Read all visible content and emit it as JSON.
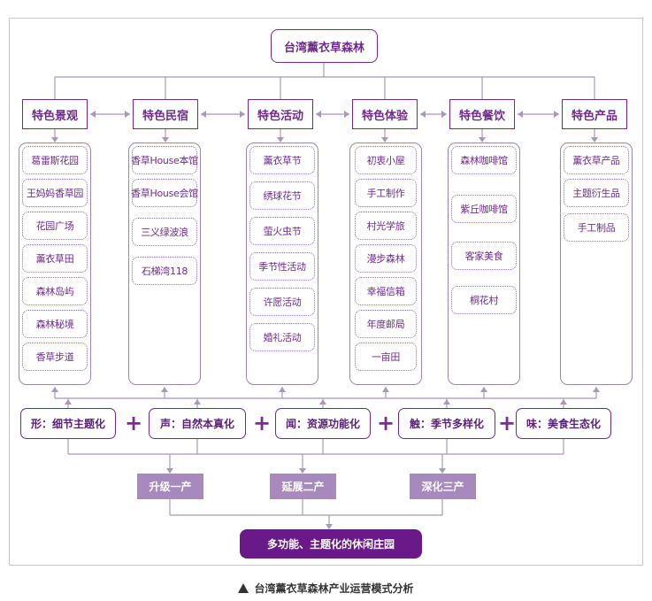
{
  "title": "台湾薰衣草森林",
  "categories": [
    {
      "label": "特色景观",
      "items": [
        "葛雷斯花园",
        "王妈妈香草园",
        "花园广场",
        "薰衣草田",
        "森林岛屿",
        "森林秘境",
        "香草步道"
      ]
    },
    {
      "label": "特色民宿",
      "items": [
        "香草House本馆",
        "香草House会馆",
        "三义绿波浪",
        "石梯湾118"
      ]
    },
    {
      "label": "特色活动",
      "items": [
        "薰衣草节",
        "绣球花节",
        "萤火虫节",
        "季节性活动",
        "许愿活动",
        "婚礼活动"
      ]
    },
    {
      "label": "特色体验",
      "items": [
        "初衷小屋",
        "手工制作",
        "村光学旅",
        "漫步森林",
        "幸福信箱",
        "年度邮局",
        "一亩田"
      ]
    },
    {
      "label": "特色餐饮",
      "items": [
        "森林咖啡馆",
        "紫丘咖啡馆",
        "客家美食",
        "桐花村"
      ]
    },
    {
      "label": "特色产品",
      "items": [
        "薰衣草产品",
        "主题衍生品",
        "手工制品"
      ]
    }
  ],
  "senses": [
    "形：细节主题化",
    "声：自然本真化",
    "闻：资源功能化",
    "触：季节多样化",
    "味：美食生态化"
  ],
  "plus_symbol": "+",
  "industries": [
    "升级一产",
    "延展二产",
    "深化三产"
  ],
  "result": "多功能、主题化的休闲庄园",
  "caption": "台湾薰衣草森林产业运营模式分析",
  "colors": {
    "primary": "#6e2b8a",
    "final_fill": "#6a1a88",
    "industry_fill": "#a889bd",
    "line": "#a89ab5"
  }
}
